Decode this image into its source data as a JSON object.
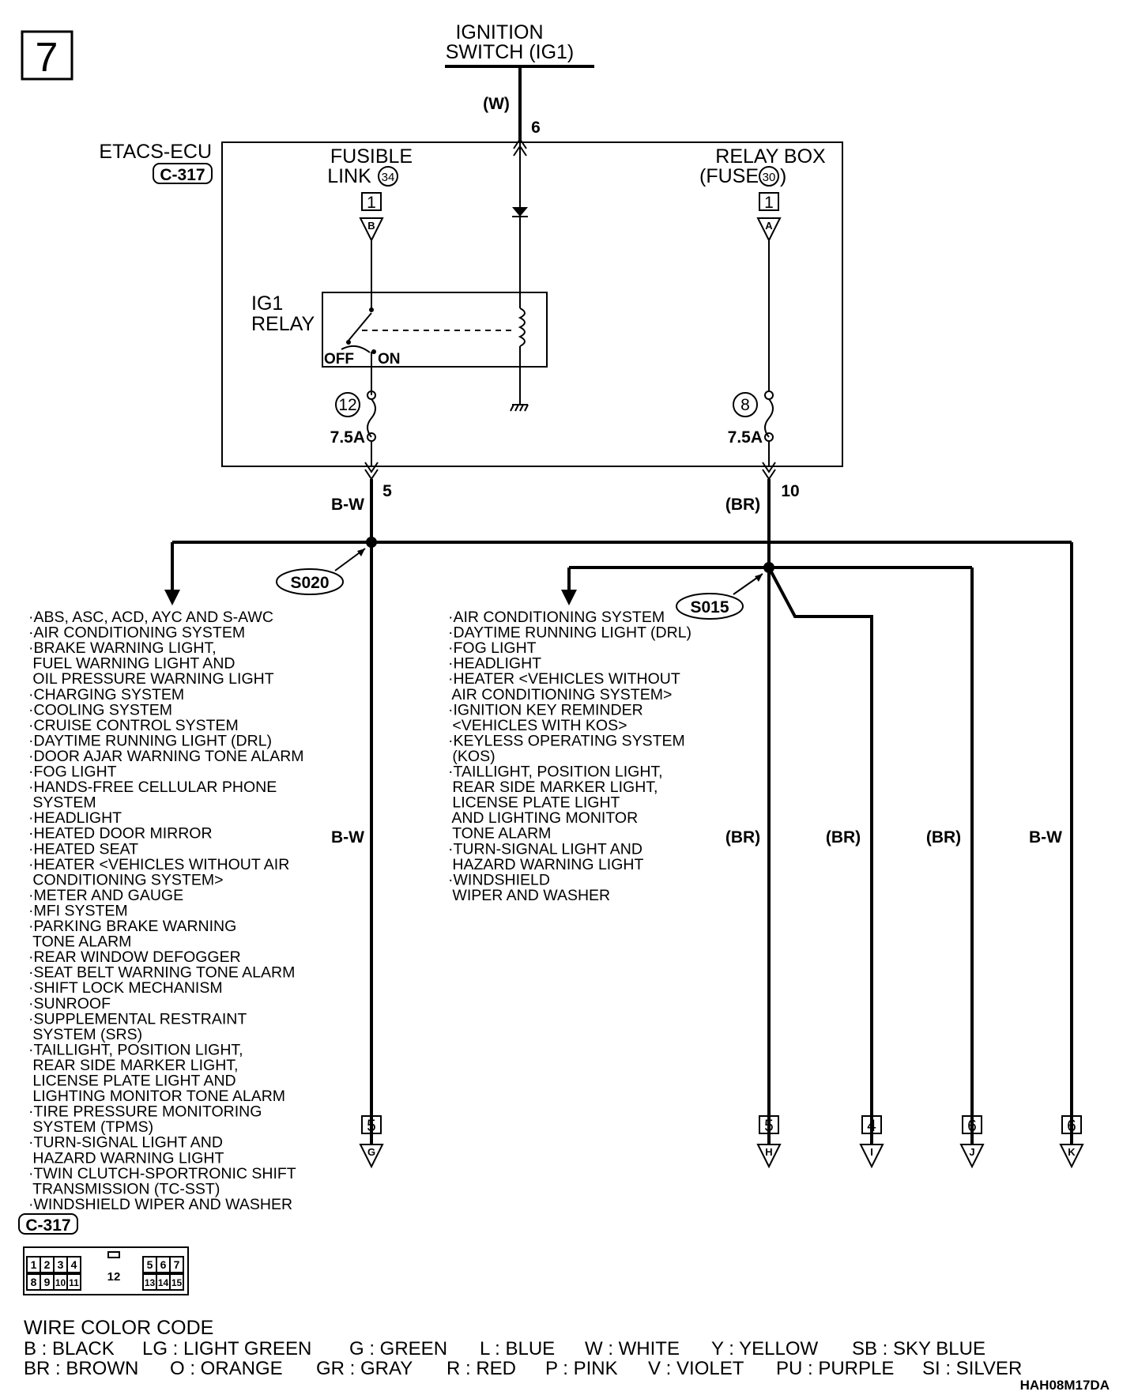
{
  "page_number": "7",
  "ignition": {
    "line1": "IGNITION",
    "line2": "SWITCH (IG1)",
    "wire": "(W)",
    "pin": "6"
  },
  "ecu": {
    "name": "ETACS-ECU",
    "connector": "C-317"
  },
  "fusible_link": {
    "line1": "FUSIBLE",
    "line2": "LINK",
    "num": "34",
    "terminal": "1",
    "letter": "B"
  },
  "relay_box": {
    "line1": "RELAY BOX",
    "prefix": "(FUSE",
    "num": "30",
    "suffix": ")",
    "terminal": "1",
    "letter": "A"
  },
  "relay": {
    "line1": "IG1",
    "line2": "RELAY",
    "off": "OFF",
    "on": "ON"
  },
  "fuses": [
    {
      "num": "12",
      "rating": "7.5A"
    },
    {
      "num": "8",
      "rating": "7.5A"
    }
  ],
  "outputs": [
    {
      "pin": "5",
      "wire": "B-W"
    },
    {
      "pin": "10",
      "wire": "(BR)"
    }
  ],
  "splices": [
    "S020",
    "S015"
  ],
  "left_list": [
    "·ABS, ASC, ACD, AYC AND S-AWC",
    "·AIR CONDITIONING SYSTEM",
    "·BRAKE WARNING LIGHT,",
    " FUEL WARNING LIGHT AND",
    " OIL PRESSURE WARNING LIGHT",
    "·CHARGING SYSTEM",
    "·COOLING SYSTEM",
    "·CRUISE CONTROL SYSTEM",
    "·DAYTIME RUNNING LIGHT (DRL)",
    "·DOOR AJAR WARNING TONE ALARM",
    "·FOG LIGHT",
    "·HANDS-FREE CELLULAR PHONE",
    " SYSTEM",
    "·HEADLIGHT",
    "·HEATED DOOR MIRROR",
    "·HEATED SEAT",
    "·HEATER <VEHICLES WITHOUT AIR",
    " CONDITIONING SYSTEM>",
    "·METER AND GAUGE",
    "·MFI SYSTEM",
    "·PARKING BRAKE WARNING",
    " TONE ALARM",
    "·REAR WINDOW DEFOGGER",
    "·SEAT BELT WARNING TONE ALARM",
    "·SHIFT LOCK MECHANISM",
    "·SUNROOF",
    "·SUPPLEMENTAL RESTRAINT",
    " SYSTEM (SRS)",
    "·TAILLIGHT, POSITION LIGHT,",
    " REAR SIDE MARKER LIGHT,",
    " LICENSE PLATE LIGHT AND",
    " LIGHTING MONITOR TONE ALARM",
    "·TIRE PRESSURE MONITORING",
    " SYSTEM (TPMS)",
    "·TURN-SIGNAL LIGHT AND",
    " HAZARD WARNING LIGHT",
    "·TWIN CLUTCH-SPORTRONIC SHIFT",
    " TRANSMISSION (TC-SST)",
    "·WINDSHIELD WIPER AND WASHER"
  ],
  "mid_list": [
    "·AIR CONDITIONING SYSTEM",
    "·DAYTIME RUNNING LIGHT (DRL)",
    "·FOG LIGHT",
    "·HEADLIGHT",
    "·HEATER <VEHICLES WITHOUT",
    " AIR CONDITIONING SYSTEM>",
    "·IGNITION KEY REMINDER",
    " <VEHICLES WITH KOS>",
    "·KEYLESS OPERATING SYSTEM",
    " (KOS)",
    "·TAILLIGHT, POSITION LIGHT,",
    " REAR SIDE MARKER LIGHT,",
    " LICENSE PLATE LIGHT",
    " AND LIGHTING MONITOR",
    " TONE ALARM",
    "·TURN-SIGNAL LIGHT AND",
    " HAZARD WARNING LIGHT",
    "·WINDSHIELD",
    " WIPER AND WASHER"
  ],
  "vertical_wires": [
    {
      "label": "B-W",
      "terminal": "5",
      "letter": "G"
    },
    {
      "label": "(BR)",
      "terminal": "5",
      "letter": "H"
    },
    {
      "label": "(BR)",
      "terminal": "4",
      "letter": "I"
    },
    {
      "label": "(BR)",
      "terminal": "6",
      "letter": "J"
    },
    {
      "label": "B-W",
      "terminal": "6",
      "letter": "K"
    }
  ],
  "connector_view": {
    "name": "C-317",
    "top_row": [
      "1",
      "2",
      "3",
      "4",
      "5",
      "6",
      "7"
    ],
    "bottom_row": [
      "8",
      "9",
      "10",
      "11",
      "13",
      "14",
      "15"
    ],
    "center": "12"
  },
  "color_code": {
    "title": "WIRE COLOR CODE",
    "row1": [
      "B : BLACK",
      "LG : LIGHT GREEN",
      "G : GREEN",
      "L : BLUE",
      "W : WHITE",
      "Y : YELLOW",
      "SB : SKY BLUE"
    ],
    "row2": [
      "BR : BROWN",
      "O : ORANGE",
      "GR : GRAY",
      "R : RED",
      "P : PINK",
      "V : VIOLET",
      "PU : PURPLE",
      "SI : SILVER"
    ]
  },
  "figure_code": "HAH08M17DA"
}
